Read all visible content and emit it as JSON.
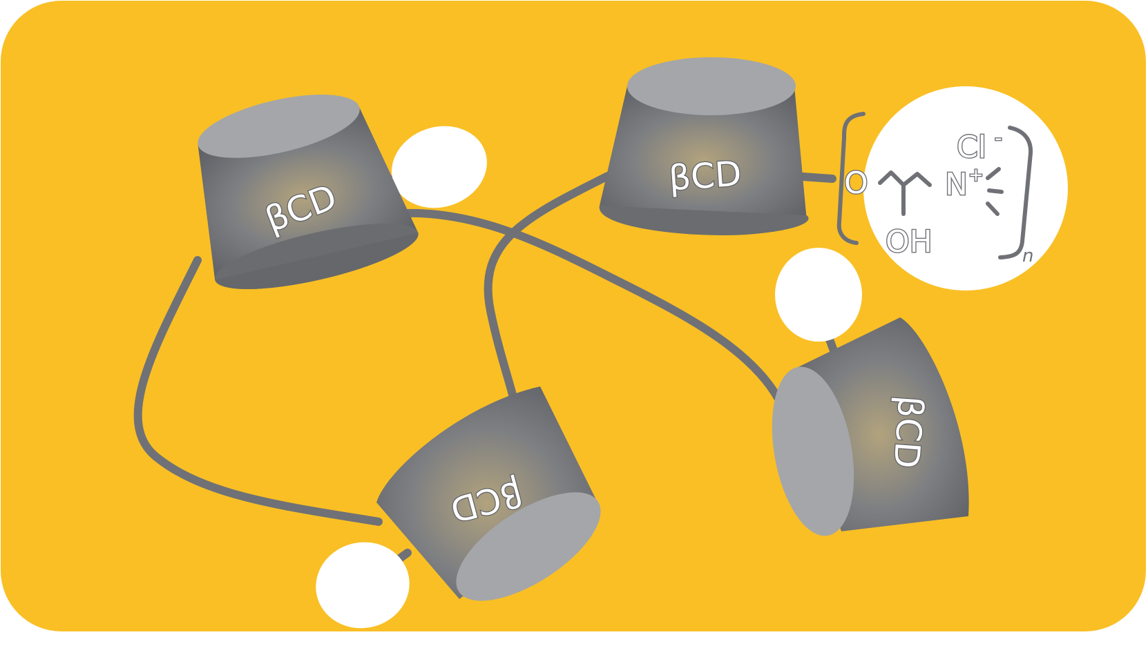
{
  "colors": {
    "background": "#F9BF25",
    "cyclodextrin_dark": "#5f6166",
    "cyclodextrin_mid": "#8a8c90",
    "cyclodextrin_light": "#a8aaae",
    "cyclodextrin_glow": "#b2a37d",
    "polymer_chain": "#6f7176",
    "guest_blob": "#ffffff"
  },
  "cyclodextrins": [
    {
      "label": "βCD"
    },
    {
      "label": "βCD"
    },
    {
      "label": "βCD"
    },
    {
      "label": "βCD"
    }
  ],
  "repeat_unit": {
    "oxygen": "O",
    "hydroxyl": "OH",
    "ammonium": "N",
    "charge": "+",
    "counterion": "Cl",
    "counterion_charge": "-",
    "subscript": "n"
  },
  "icons": {
    "cyclodextrin": "truncated-cone-icon",
    "guest": "guest-molecule-blob-icon"
  }
}
